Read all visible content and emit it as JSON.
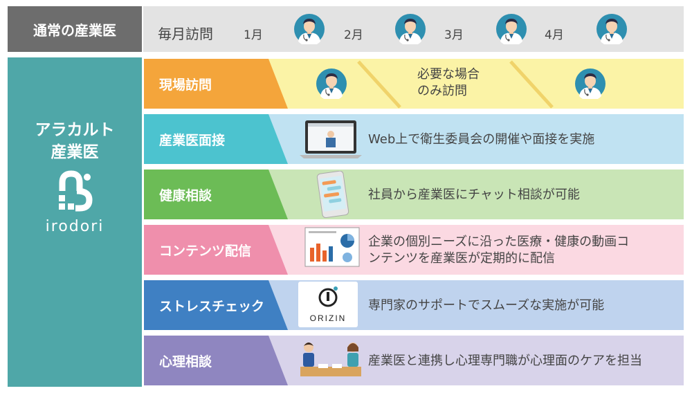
{
  "top": {
    "label": "通常の産業医",
    "visit_text": "毎月訪問",
    "months": [
      "1月",
      "2月",
      "3月",
      "4月"
    ]
  },
  "alacarte": {
    "title_line1": "アラカルト",
    "title_line2": "産業医",
    "brand": "irodori"
  },
  "rows": [
    {
      "label": "現場訪問",
      "text_line1": "必要な場合",
      "text_line2": "のみ訪問",
      "color": "#f4a53b",
      "bg": "#fbf3a6"
    },
    {
      "label": "産業医面接",
      "text": "Web上で衛生委員会の開催や面接を実施",
      "color": "#4cc3cf",
      "bg": "#c0e2f2"
    },
    {
      "label": "健康相談",
      "text": "社員から産業医にチャット相談が可能",
      "color": "#6cbc56",
      "bg": "#c9e5b6"
    },
    {
      "label": "コンテンツ配信",
      "text_line1": "企業の個別ニーズに沿った医療・健康の動画コ",
      "text_line2": "ンテンツを産業医が定期的に配信",
      "color": "#ef8fac",
      "bg": "#fbd9e2"
    },
    {
      "label": "ストレスチェック",
      "text": "専門家のサポートでスムーズな実施が可能",
      "color": "#3f80c3",
      "bg": "#bfd3ee"
    },
    {
      "label": "心理相談",
      "text": "産業医と連携し心理専門職が心理面のケアを担当",
      "color": "#8f86c0",
      "bg": "#d8d3ea"
    }
  ],
  "logo_text": "ORIZIN"
}
